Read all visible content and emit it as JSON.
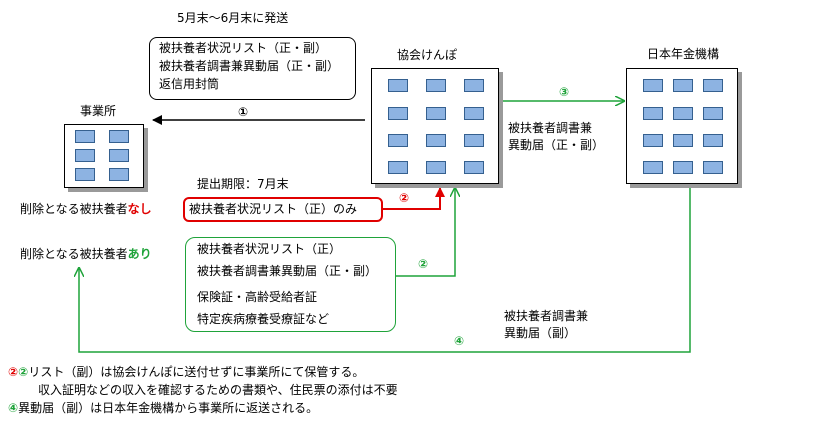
{
  "colors": {
    "red": "#e00000",
    "green": "#1fa33a",
    "window": "#8db3e2",
    "shadow": "#9a9a9a"
  },
  "top": {
    "dispatch_note": "5月末～6月末に発送",
    "docs": [
      "被扶養者状況リスト（正・副）",
      "被扶養者調書兼異動届（正・副）",
      "返信用封筒"
    ]
  },
  "entities": {
    "office": "事業所",
    "kyokai": "協会けんぽ",
    "nenkin": "日本年金機構"
  },
  "steps": {
    "s1": "①",
    "s2": "②",
    "s3": "③",
    "s4": "④"
  },
  "step3_label": [
    "被扶養者調書兼",
    "異動届（正・副）"
  ],
  "step4_label": [
    "被扶養者調書兼",
    "異動届（副）"
  ],
  "deadline": "提出期限：7月末",
  "case_none": {
    "prefix": "削除となる被扶養者",
    "suffix": "なし",
    "box": "被扶養者状況リスト（正）のみ"
  },
  "case_yes": {
    "prefix": "削除となる被扶養者",
    "suffix": "あり",
    "box": [
      "被扶養者状況リスト（正）",
      "被扶養者調書兼異動届（正・副）",
      "保険証・高齢受給者証",
      "特定疾病療養受療証など"
    ]
  },
  "notes": {
    "n1_mark_red": "②",
    "n1_mark_green": "②",
    "n1_text": "リスト（副）は協会けんぽに送付せずに事業所にて保管する。",
    "n2_text": "収入証明などの収入を確認するための書類や、住民票の添付は不要",
    "n3_mark": "④",
    "n3_text": "異動届（副）は日本年金機構から事業所に返送される。"
  }
}
